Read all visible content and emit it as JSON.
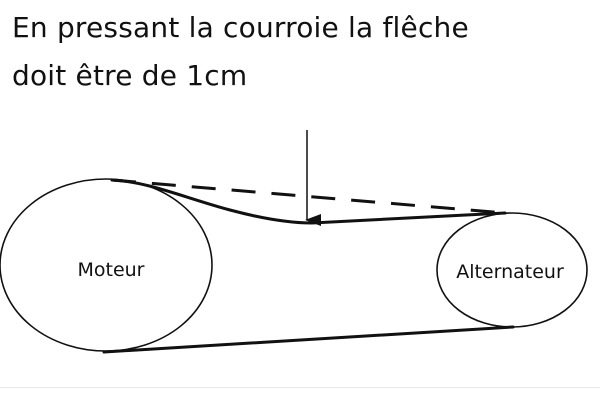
{
  "instruction": {
    "line1": "En pressant la courroie la flêche",
    "line2": "doit être de 1cm"
  },
  "diagram": {
    "motor_label": "Moteur",
    "alternator_label": "Alternateur"
  }
}
